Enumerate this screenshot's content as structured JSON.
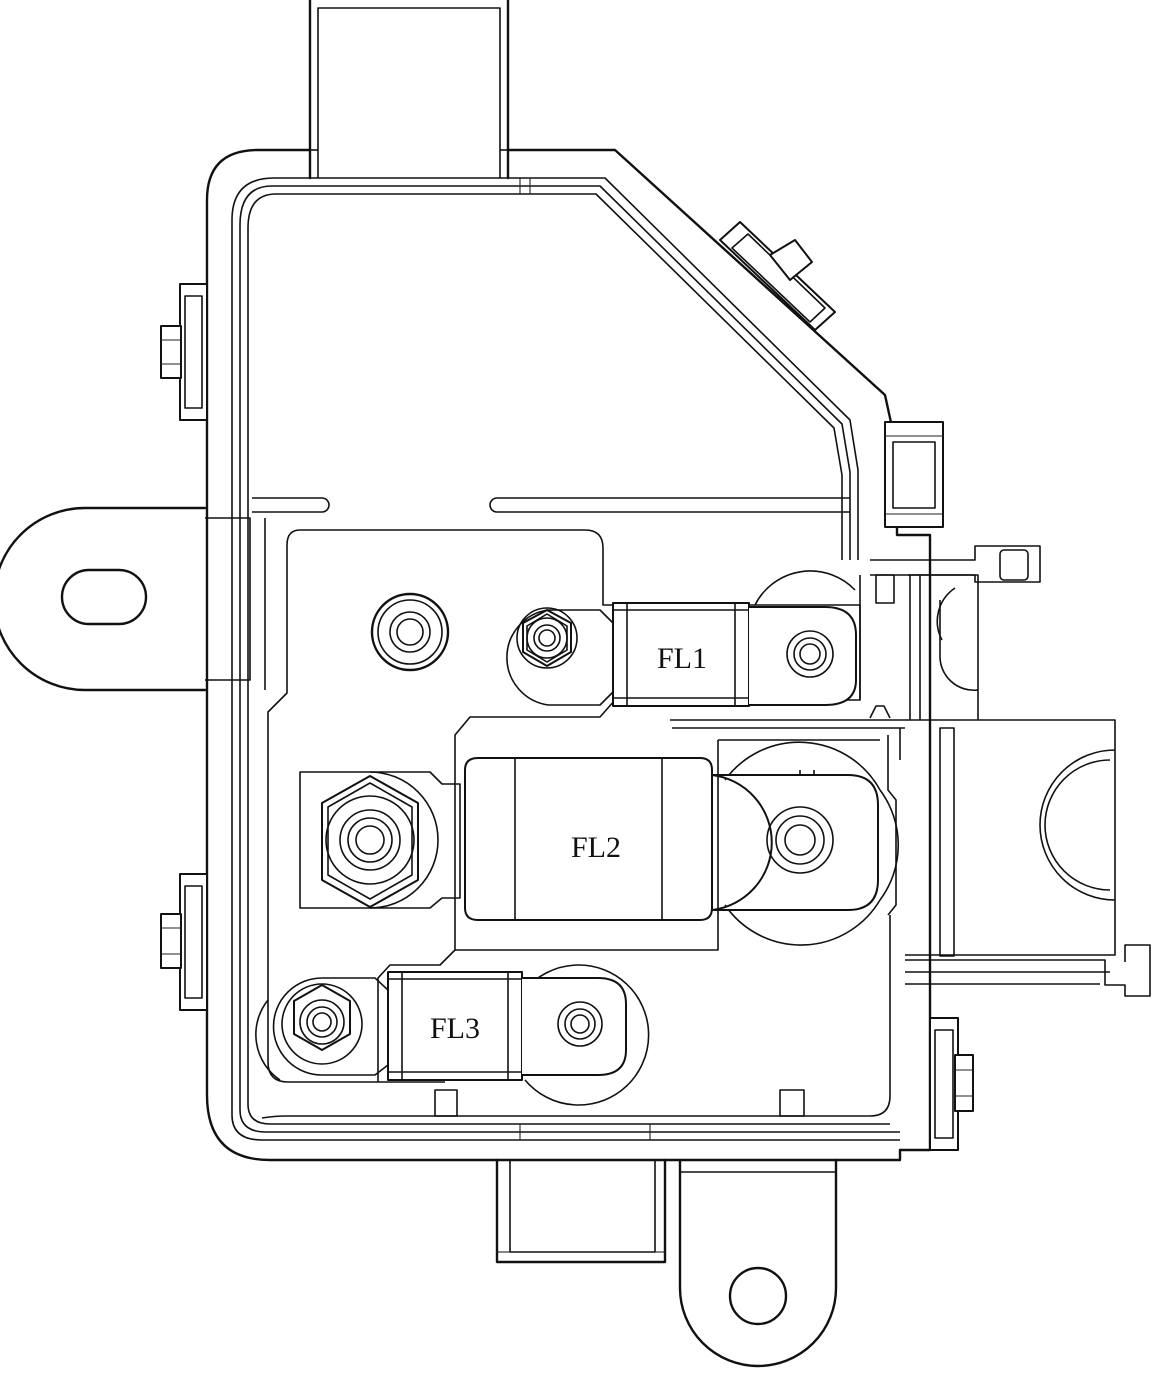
{
  "fuses": [
    {
      "id": "fl1",
      "label": "FL1"
    },
    {
      "id": "fl2",
      "label": "FL2"
    },
    {
      "id": "fl3",
      "label": "FL3"
    }
  ]
}
